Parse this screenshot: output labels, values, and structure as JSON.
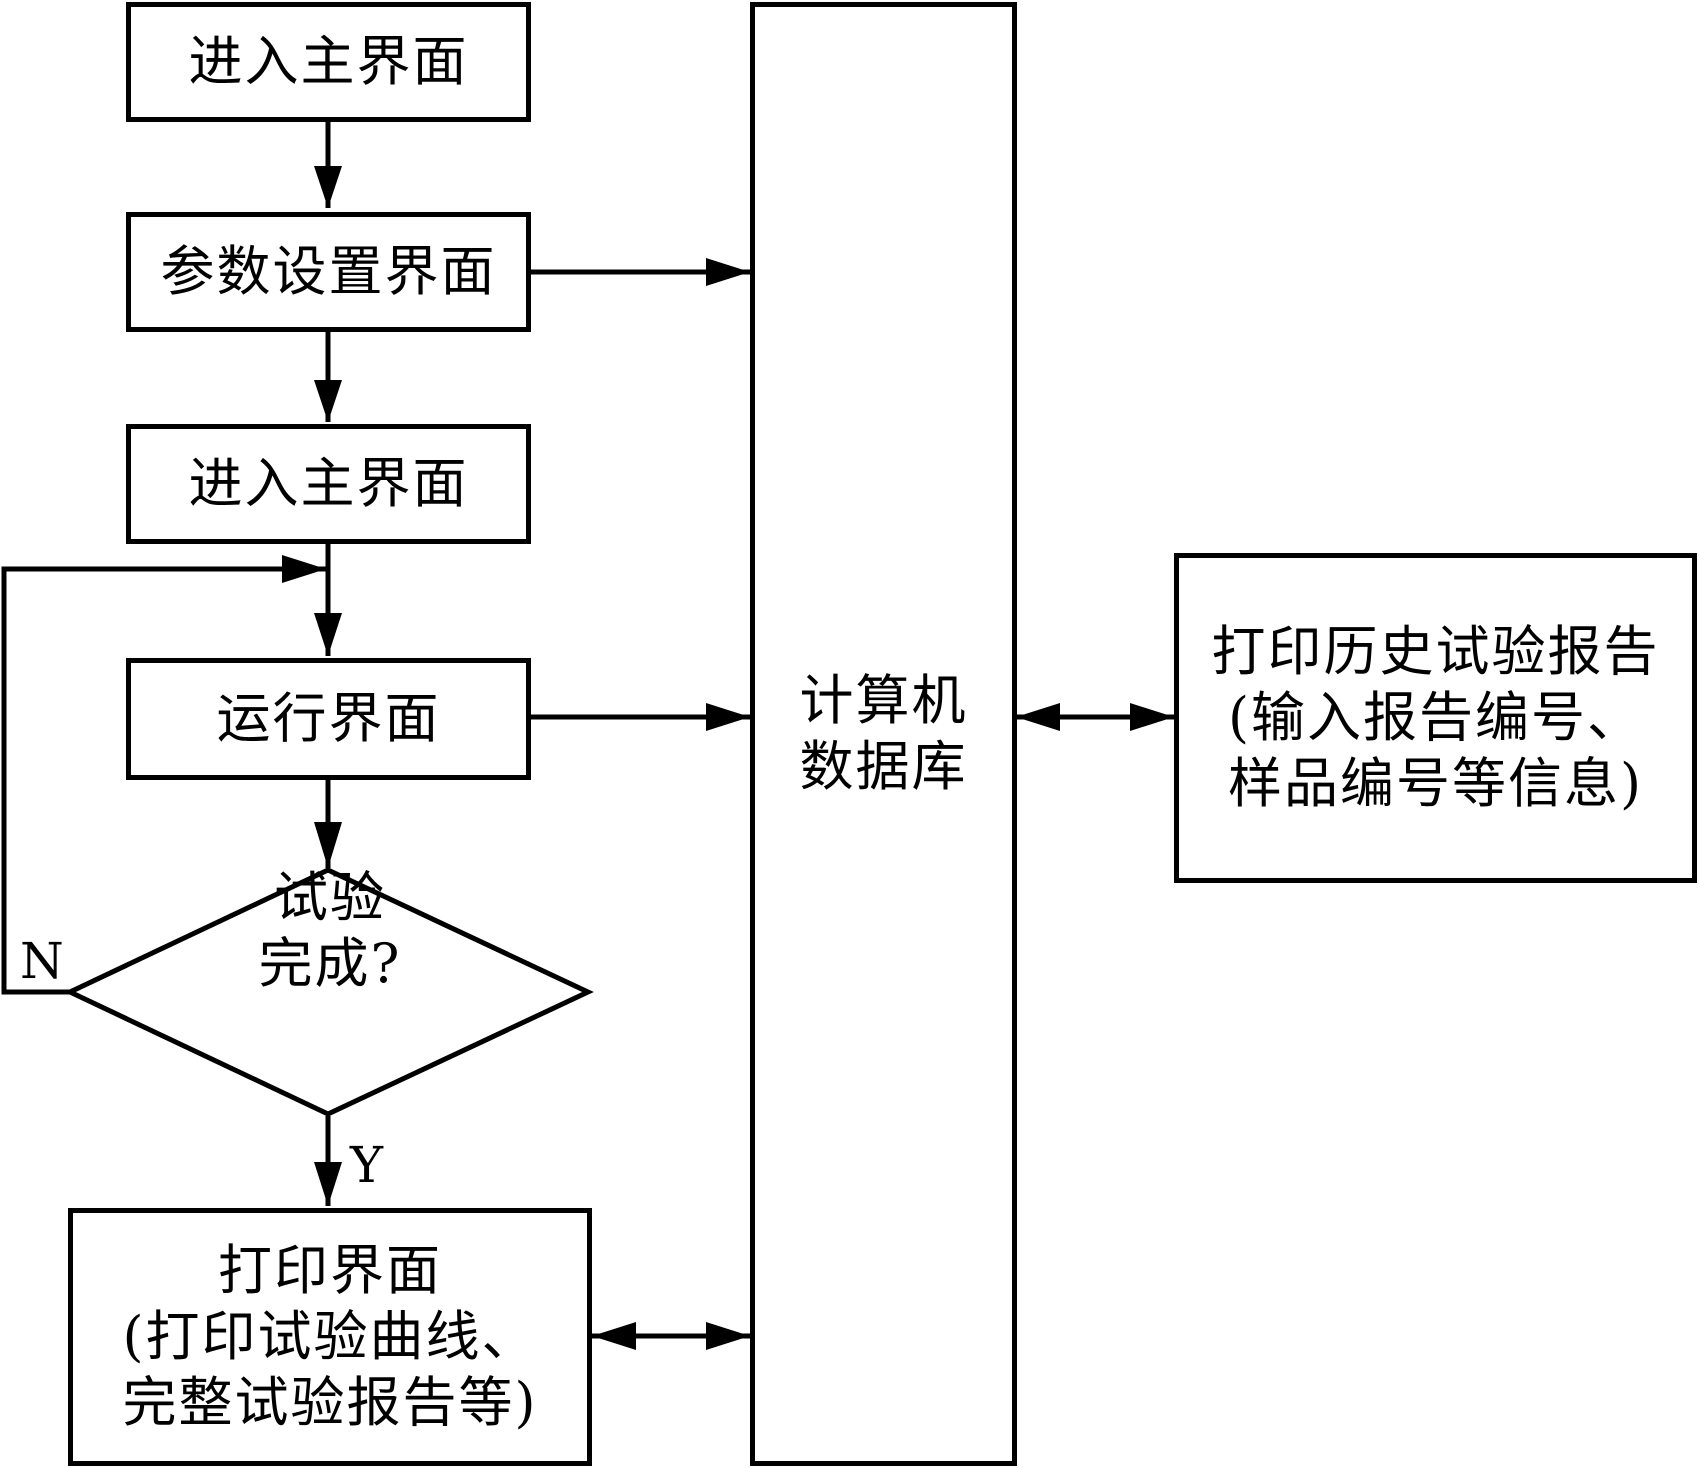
{
  "diagram": {
    "type": "flowchart",
    "nodes": {
      "enter_main_1": "进入主界面",
      "param_settings": "参数设置界面",
      "enter_main_2": "进入主界面",
      "run_interface": "运行界面",
      "decision": {
        "line1": "试验",
        "line2": "完成?"
      },
      "print_interface": {
        "line1": "打印界面",
        "line2": "(打印试验曲线、",
        "line3": "完整试验报告等)"
      },
      "database": {
        "line1": "计算机",
        "line2": "数据库"
      },
      "print_history": {
        "line1": "打印历史试验报告",
        "line2": "(输入报告编号、",
        "line3": "样品编号等信息)"
      }
    },
    "labels": {
      "no": "N",
      "yes": "Y"
    },
    "edges": [
      {
        "from": "enter_main_1",
        "to": "param_settings",
        "type": "arrow"
      },
      {
        "from": "param_settings",
        "to": "enter_main_2",
        "type": "arrow"
      },
      {
        "from": "enter_main_2",
        "to": "run_interface",
        "type": "arrow"
      },
      {
        "from": "run_interface",
        "to": "decision",
        "type": "arrow"
      },
      {
        "from": "decision",
        "to": "run_interface",
        "type": "arrow",
        "label": "N"
      },
      {
        "from": "decision",
        "to": "print_interface",
        "type": "arrow",
        "label": "Y"
      },
      {
        "from": "param_settings",
        "to": "database",
        "type": "arrow"
      },
      {
        "from": "run_interface",
        "to": "database",
        "type": "arrow"
      },
      {
        "from": "print_interface",
        "to": "database",
        "type": "bidirectional"
      },
      {
        "from": "database",
        "to": "print_history",
        "type": "bidirectional"
      }
    ],
    "colors": {
      "stroke": "#000000",
      "fill": "#ffffff"
    }
  }
}
